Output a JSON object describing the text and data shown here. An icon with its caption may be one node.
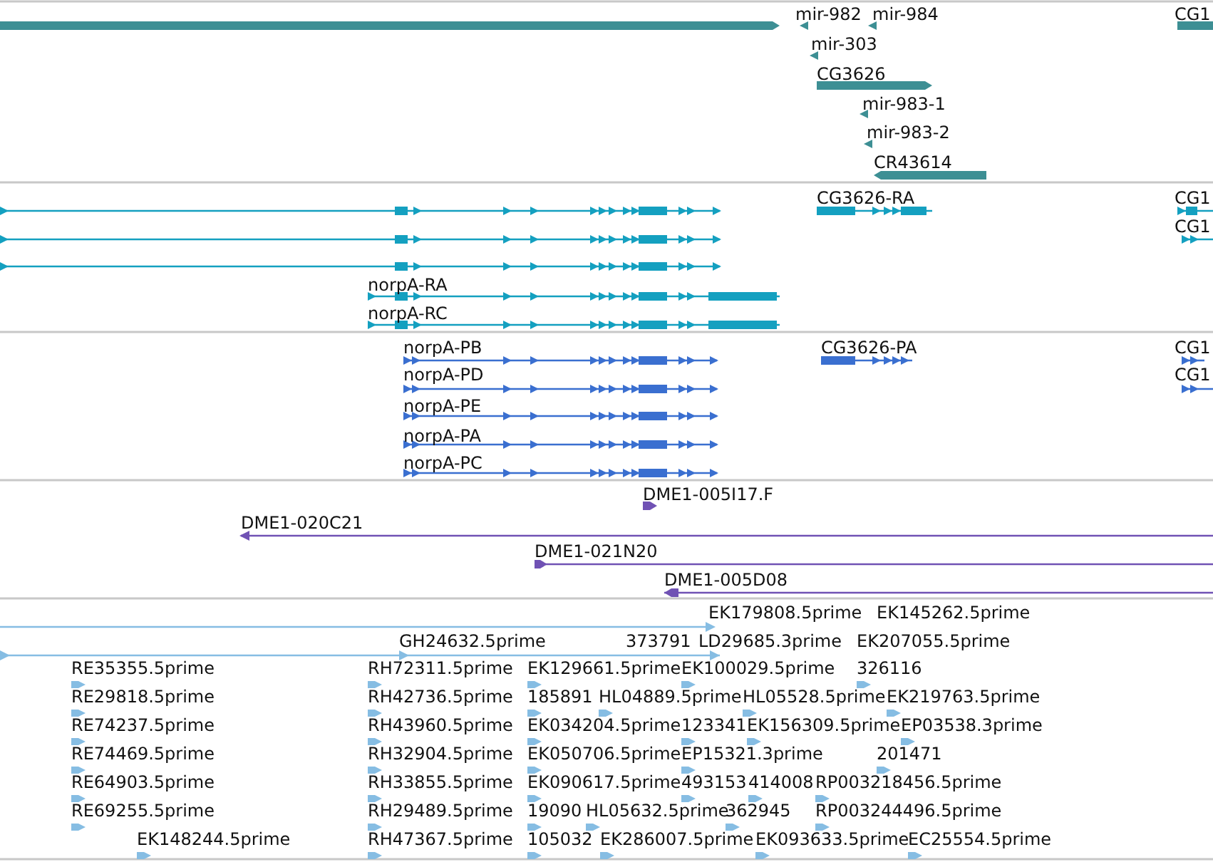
{
  "diagram": {
    "labels": [
      "mir-982",
      "mir-984",
      "CG1",
      "mir-303",
      "CG3626",
      "mir-983-1",
      "mir-983-2",
      "CR43614",
      "CG3626-RA",
      "CG1",
      "CG1",
      "norpA-RA",
      "norpA-RC",
      "norpA-PB",
      "CG3626-PA",
      "CG1",
      "norpA-PD",
      "CG1",
      "norpA-PE",
      "norpA-PA",
      "norpA-PC",
      "DME1-005I17.F",
      "DME1-020C21",
      "DME1-021N20",
      "DME1-005D08",
      "EK179808.5prime",
      "EK145262.5prime",
      "GH24632.5prime",
      "373791",
      "LD29685.3prime",
      "EK207055.5prime",
      "RE35355.5prime",
      "RH72311.5prime",
      "EK129661.5prime",
      "EK100029.5prime",
      "326116",
      "RE29818.5prime",
      "RH42736.5prime",
      "185891",
      "HL04889.5prime",
      "HL05528.5prime",
      "EK219763.5prime",
      "RE74237.5prime",
      "RH43960.5prime",
      "EK034204.5prime",
      "123341",
      "EK156309.5prime",
      "EP03538.3prime",
      "RE74469.5prime",
      "RH32904.5prime",
      "EK050706.5prime",
      "EP15321.3prime",
      "201471",
      "RE64903.5prime",
      "RH33855.5prime",
      "EK090617.5prime",
      "493153",
      "414008",
      "RP003218456.5prime",
      "RE69255.5prime",
      "RH29489.5prime",
      "19090",
      "HL05632.5prime",
      "362945",
      "RP003244496.5prime",
      "EK148244.5prime",
      "RH47367.5prime",
      "105032",
      "EK286007.5prime",
      "EK093633.5prime",
      "EC25554.5prime"
    ]
  }
}
